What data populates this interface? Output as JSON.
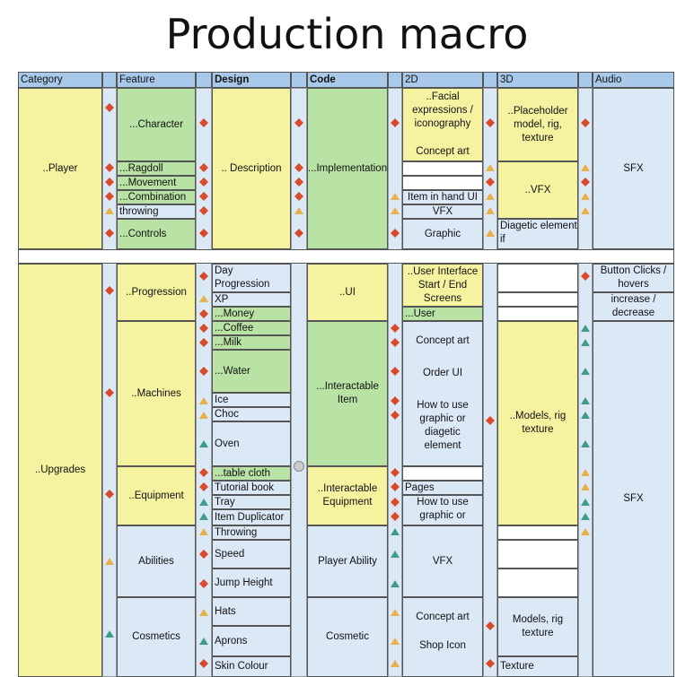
{
  "title": "Production macro",
  "colors": {
    "yellow": "#f5f3a0",
    "green": "#b8e3a5",
    "blue": "#dbe8f6",
    "header": "#a9c9ea",
    "red_marker": "#d94a2c",
    "orange_marker": "#e8b04a",
    "teal_marker": "#3f9c8c"
  },
  "headers": [
    "Category",
    "Feature",
    "Design",
    "Code",
    "2D",
    "3D",
    "Audio"
  ],
  "cells": {
    "cat_player": "..Player",
    "cat_upgrades": "..Upgrades",
    "f_character": "...Character",
    "f_ragdoll": "...Ragdoll",
    "f_movement": "...Movement",
    "f_combination": "...Combination",
    "f_throwing": "throwing",
    "f_controls": "...Controls",
    "f_progression": "..Progression",
    "f_machines": "..Machines",
    "f_equipment": "..Equipment",
    "f_abilities": "Abilities",
    "f_cosmetics": "Cosmetics",
    "d_description": ".. Description",
    "d_day": "Day Progression",
    "d_xp": "XP",
    "d_money": "...Money",
    "d_coffee": "...Coffee",
    "d_milk": "...Milk",
    "d_water": "...Water",
    "d_ice": "Ice",
    "d_choc": "Choc",
    "d_oven": "Oven",
    "d_tablecloth": "...table cloth",
    "d_tutorial": "Tutorial book",
    "d_tray": "Tray",
    "d_duplicator": "Item Duplicator",
    "d_throwing": "Throwing",
    "d_speed": "Speed",
    "d_jump": "Jump Height",
    "d_hats": "Hats",
    "d_aprons": "Aprons",
    "d_skin": "Skin Colour",
    "code_impl": "...Implementation",
    "code_ui": "..UI",
    "code_item": "...Interactable Item",
    "code_equip": "..Interactable Equipment",
    "code_ability": "Player Ability",
    "code_cosmetic": "Cosmetic",
    "t_facial": "..Facial expressions / iconography",
    "t_concept": "Concept art",
    "t_iteminhand": "Item in hand UI",
    "t_vfx": "VFX",
    "t_graphic": "Graphic",
    "t_uistart": "..User Interface Start / End Screens",
    "t_user": "...User",
    "t_concept2": "Concept art",
    "t_order": "Order UI",
    "t_howto": "How to use graphic or diagetic element",
    "t_pages": "Pages",
    "t_howto2": "How to use graphic or",
    "t_vfx2": "VFX",
    "t_concept3": "Concept art",
    "t_shopicon": "Shop Icon",
    "th_placeholder": "..Placeholder model, rig, texture",
    "th_vfx": "..VFX",
    "th_diagetic": "Diagetic element if",
    "th_models": "..Models, rig texture",
    "th_models2": "Models, rig texture",
    "th_texture": "Texture",
    "a_sfx": "SFX",
    "a_button": "Button Clicks / hovers",
    "a_increase": "increase / decrease",
    "a_sfx2": "SFX"
  }
}
